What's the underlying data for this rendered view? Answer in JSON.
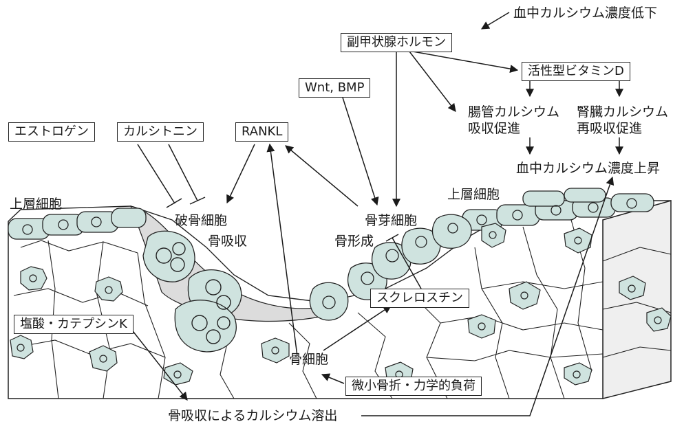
{
  "diagram": {
    "boxes": {
      "pth": "副甲状腺ホルモン",
      "vitd": "活性型ビタミンD",
      "wnt": "Wnt, BMP",
      "rankl": "RANKL",
      "estrogen": "エストロゲン",
      "calcitonin": "カルシトニン",
      "sclerostin": "スクレロスチン",
      "hcl": "塩酸・カテプシンK",
      "microfracture": "微小骨折・力学的負荷"
    },
    "labels": {
      "blood_ca_low": "血中カルシウム濃度低下",
      "intestine_1": "腸管カルシウム",
      "intestine_2": "吸収促進",
      "kidney_1": "腎臓カルシウム",
      "kidney_2": "再吸収促進",
      "blood_ca_high": "血中カルシウム濃度上昇",
      "lining_left": "上層細胞",
      "lining_right": "上層細胞",
      "osteoclast": "破骨細胞",
      "resorption": "骨吸収",
      "osteoblast": "骨芽細胞",
      "formation": "骨形成",
      "osteocyte": "骨細胞",
      "ca_dissolution": "骨吸収によるカルシウム溶出"
    }
  },
  "colors": {
    "cell_fill": "#cfe3df",
    "stroke": "#222222",
    "osteoid": "#dcdcdc",
    "side_face": "#efefef"
  }
}
